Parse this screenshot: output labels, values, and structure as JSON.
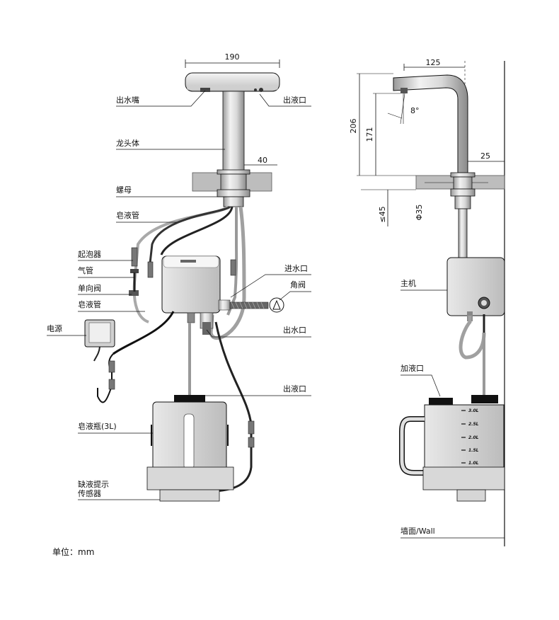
{
  "dimensions": {
    "width_190": "190",
    "width_40": "40",
    "width_125": "125",
    "height_206": "206",
    "height_171": "171",
    "angle_8": "8°",
    "width_25": "25",
    "max_45": "≤45",
    "dia_35": "Φ35"
  },
  "labels": {
    "spout": "出水嘴",
    "soap_outlet_top": "出液口",
    "faucet_body": "龙头体",
    "nut": "螺母",
    "soap_tube_top": "皂液管",
    "foamer": "起泡器",
    "air_tube": "气管",
    "check_valve": "单向阀",
    "soap_tube_mid": "皂液管",
    "power": "电源",
    "water_inlet": "进水口",
    "angle_valve": "角阀",
    "water_outlet": "出水口",
    "soap_outlet_bottom": "出液口",
    "soap_bottle": "皂液瓶(3L)",
    "sensor_line1": "缺液提示",
    "sensor_line2": "传感器",
    "main_unit": "主机",
    "fill_port": "加液口",
    "wall": "墙面/Wall",
    "unit": "单位：mm"
  },
  "scale_marks": [
    "3.0L",
    "2.5L",
    "2.0L",
    "1.5L",
    "1.0L"
  ]
}
